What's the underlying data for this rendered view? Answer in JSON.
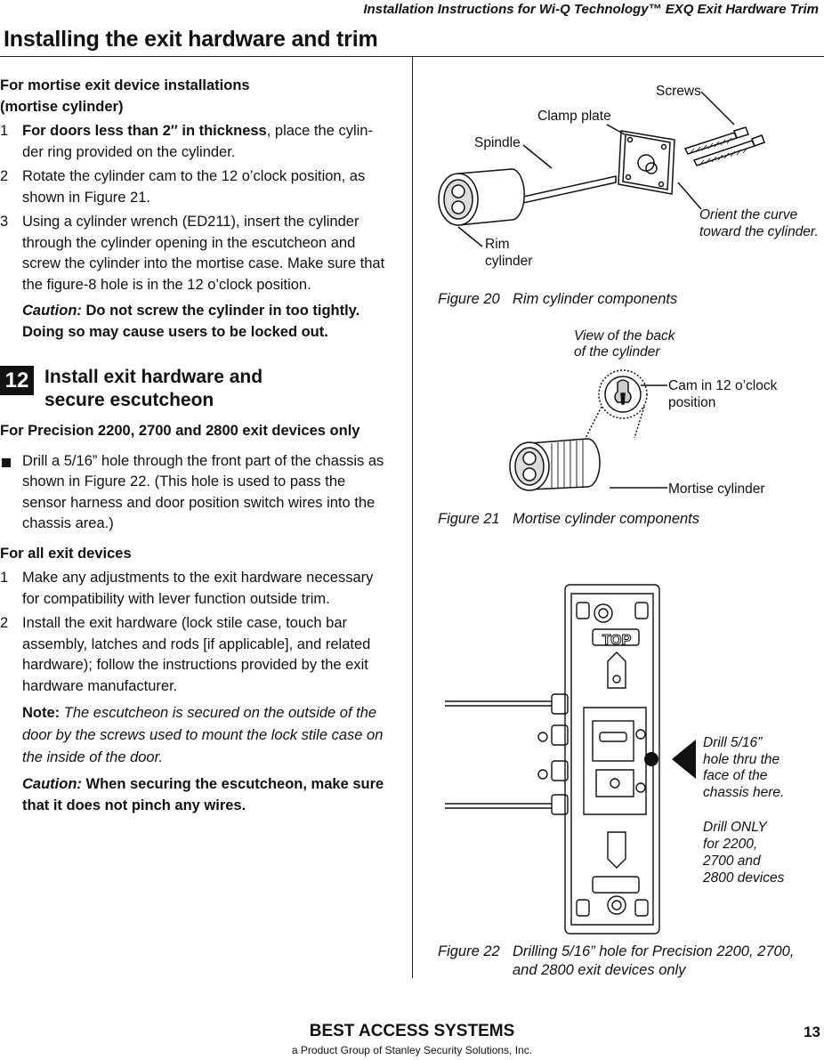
{
  "header": {
    "doc_title": "Installation Instructions for Wi-Q Technology™ EXQ Exit Hardware Trim",
    "page_heading": "Installing the exit hardware and trim"
  },
  "left": {
    "mortise_heading_1": "For mortise exit device installations",
    "mortise_heading_2": "(mortise cylinder)",
    "steps_mortise": [
      {
        "num": "1",
        "bold": "For doors less than 2″ in thickness",
        "text": ", place the cylin-der ring provided on the cylinder."
      },
      {
        "num": "2",
        "text": "Rotate the cylinder cam to the 12 o’clock position, as shown in Figure 21."
      },
      {
        "num": "3",
        "text": "Using a cylinder wrench (ED211), insert the cylinder through the cylinder opening in the escutcheon and screw the cylinder into the mortise case. Make sure that the figure-8 hole is in the 12 o’clock position."
      }
    ],
    "caution1_label": "Caution:",
    "caution1_text": "Do not screw the cylinder in too tightly. Doing so may cause users to be locked out.",
    "section12_num": "12",
    "section12_title_1": "Install exit hardware and",
    "section12_title_2": "secure escutcheon",
    "precision_heading": "For Precision 2200, 2700 and 2800 exit devices only",
    "bullet_text": "Drill a 5/16” hole through the front part of the chassis as shown in Figure 22. (This hole is used to pass the sensor harness and door position switch wires into the chassis area.)",
    "all_heading": "For all exit devices",
    "steps_all": [
      {
        "num": "1",
        "text": "Make any adjustments to the exit hardware necessary for compatibility with lever function outside trim."
      },
      {
        "num": "2",
        "text": "Install the exit hardware (lock stile case, touch bar assembly, latches and rods [if applicable], and related hardware); follow the instructions provided by the exit hardware manufacturer."
      }
    ],
    "note_label": "Note:",
    "note_text": "The escutcheon is secured on the outside of the door by the screws used to mount the lock stile case on the inside of the door.",
    "caution2_label": "Caution:",
    "caution2_text": "When securing the escutcheon, make sure that it does not pinch any wires."
  },
  "fig20": {
    "screws": "Screws",
    "clamp_plate": "Clamp plate",
    "spindle": "Spindle",
    "rim": "Rim",
    "cylinder": "cylinder",
    "orient_1": "Orient the curve",
    "orient_2": "toward the cylinder.",
    "caption_num": "Figure 20",
    "caption_text": "Rim cylinder components"
  },
  "fig21": {
    "view_1": "View of the back",
    "view_2": "of the cylinder",
    "cam_1": "Cam in 12 o’clock",
    "cam_2": "position",
    "mortise_cyl": "Mortise cylinder",
    "caption_num": "Figure 21",
    "caption_text": "Mortise cylinder components"
  },
  "fig22": {
    "top_text": "TOP",
    "drill_1": "Drill 5/16”",
    "drill_2": "hole thru the",
    "drill_3": "face of the",
    "drill_4": "chassis here.",
    "only_1": "Drill ONLY",
    "only_2": "for 2200,",
    "only_3": "2700 and",
    "only_4": "2800 devices",
    "caption_num": "Figure 22",
    "caption_text_1": "Drilling 5/16” hole for Precision 2200, 2700,",
    "caption_text_2": "and 2800 exit devices only"
  },
  "footer": {
    "brand": "BEST ACCESS SYSTEMS",
    "sub": "a Product Group of Stanley Security Solutions, Inc.",
    "page": "13"
  }
}
